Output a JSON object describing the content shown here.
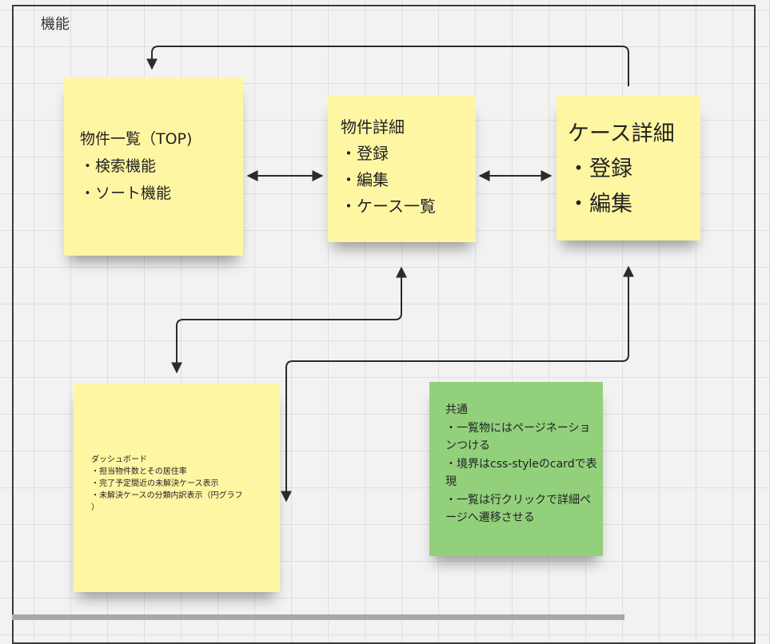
{
  "frame": {
    "title": "機能"
  },
  "notes": {
    "list_page": {
      "text": "物件一覧（TOP)\n・検索機能\n・ソート機能"
    },
    "property_detail": {
      "text": "物件詳細\n・登録\n・編集\n・ケース一覧"
    },
    "case_detail": {
      "text": "ケース詳細\n・登録\n・編集"
    },
    "dashboard": {
      "text": "ダッシュボード\n・担当物件数とその居住率\n・完了予定間近の未解決ケース表示\n・未解決ケースの分類内訳表示（円グラフ\n）"
    },
    "common": {
      "lines": [
        "共通",
        "・一覧物にはページネーションつける",
        "・境界はcss-styleのcardで表現",
        "・一覧は行クリックで詳細ページへ遷移させる"
      ]
    }
  },
  "colors": {
    "yellow_note": "#fff6a3",
    "green_note": "#92d07b",
    "connector": "#2b2b2b"
  }
}
